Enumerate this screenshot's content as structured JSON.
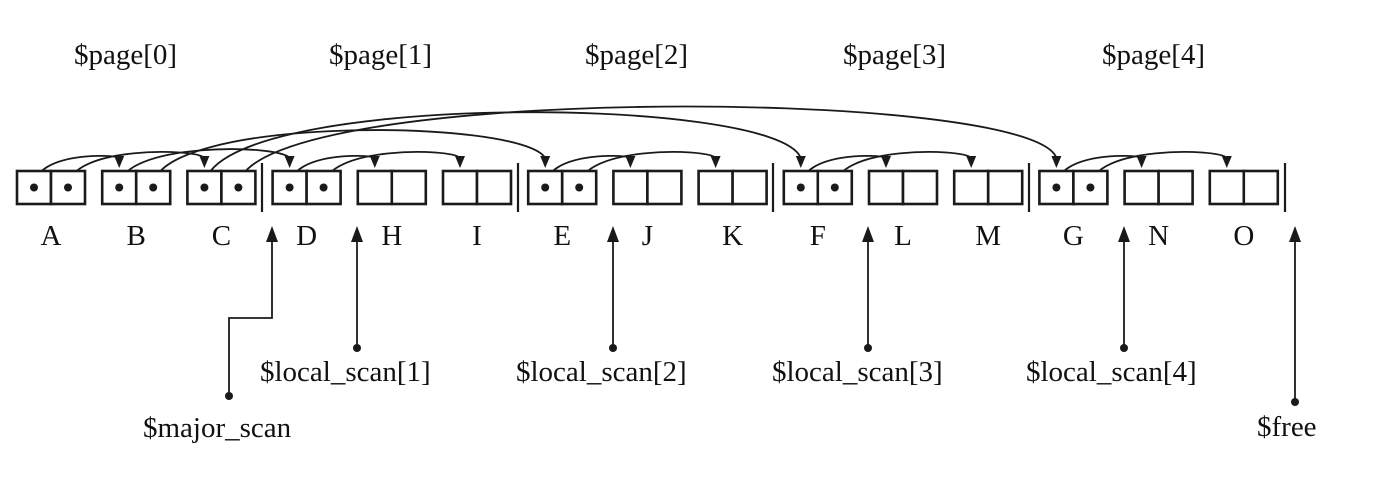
{
  "pages": [
    "$page[0]",
    "$page[1]",
    "$page[2]",
    "$page[3]",
    "$page[4]"
  ],
  "nodes": [
    {
      "label": "A",
      "pointers": 2
    },
    {
      "label": "B",
      "pointers": 2
    },
    {
      "label": "C",
      "pointers": 2
    },
    {
      "label": "D",
      "pointers": 2
    },
    {
      "label": "H",
      "pointers": 0
    },
    {
      "label": "I",
      "pointers": 0
    },
    {
      "label": "E",
      "pointers": 2
    },
    {
      "label": "J",
      "pointers": 0
    },
    {
      "label": "K",
      "pointers": 0
    },
    {
      "label": "F",
      "pointers": 2
    },
    {
      "label": "L",
      "pointers": 0
    },
    {
      "label": "M",
      "pointers": 0
    },
    {
      "label": "G",
      "pointers": 2
    },
    {
      "label": "N",
      "pointers": 0
    },
    {
      "label": "O",
      "pointers": 0
    }
  ],
  "links": [
    {
      "from": "A",
      "cell": 0,
      "to": "B"
    },
    {
      "from": "A",
      "cell": 1,
      "to": "C"
    },
    {
      "from": "B",
      "cell": 0,
      "to": "D"
    },
    {
      "from": "B",
      "cell": 1,
      "to": "E"
    },
    {
      "from": "C",
      "cell": 0,
      "to": "F"
    },
    {
      "from": "C",
      "cell": 1,
      "to": "G"
    },
    {
      "from": "D",
      "cell": 0,
      "to": "H"
    },
    {
      "from": "D",
      "cell": 1,
      "to": "I"
    },
    {
      "from": "E",
      "cell": 0,
      "to": "J"
    },
    {
      "from": "E",
      "cell": 1,
      "to": "K"
    },
    {
      "from": "F",
      "cell": 0,
      "to": "L"
    },
    {
      "from": "F",
      "cell": 1,
      "to": "M"
    },
    {
      "from": "G",
      "cell": 0,
      "to": "N"
    },
    {
      "from": "G",
      "cell": 1,
      "to": "O"
    }
  ],
  "scan_pointers": {
    "major_scan": "$major_scan",
    "local_scan": [
      "$local_scan[1]",
      "$local_scan[2]",
      "$local_scan[3]",
      "$local_scan[4]"
    ],
    "free": "$free"
  }
}
